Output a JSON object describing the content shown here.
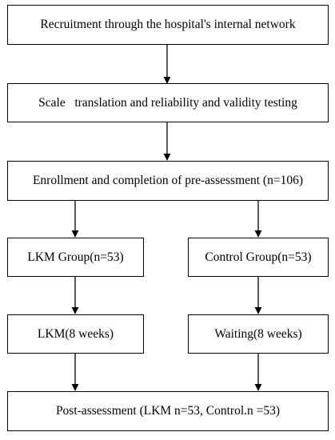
{
  "flowchart": {
    "step_recruitment": "Recruitment through the hospital's internal network",
    "step_scale": "Scale   translation and reliability and validity testing",
    "step_enrollment": "Enrollment and completion of pre-assessment (n=106)",
    "lkm_group": "LKM Group(n=53)",
    "control_group": "Control Group(n=53)",
    "lkm_intervention": "LKM(8 weeks)",
    "control_waiting": "Waiting(8 weeks)",
    "post_assessment": "Post-assessment (LKM n=53, Control.n =53)"
  }
}
